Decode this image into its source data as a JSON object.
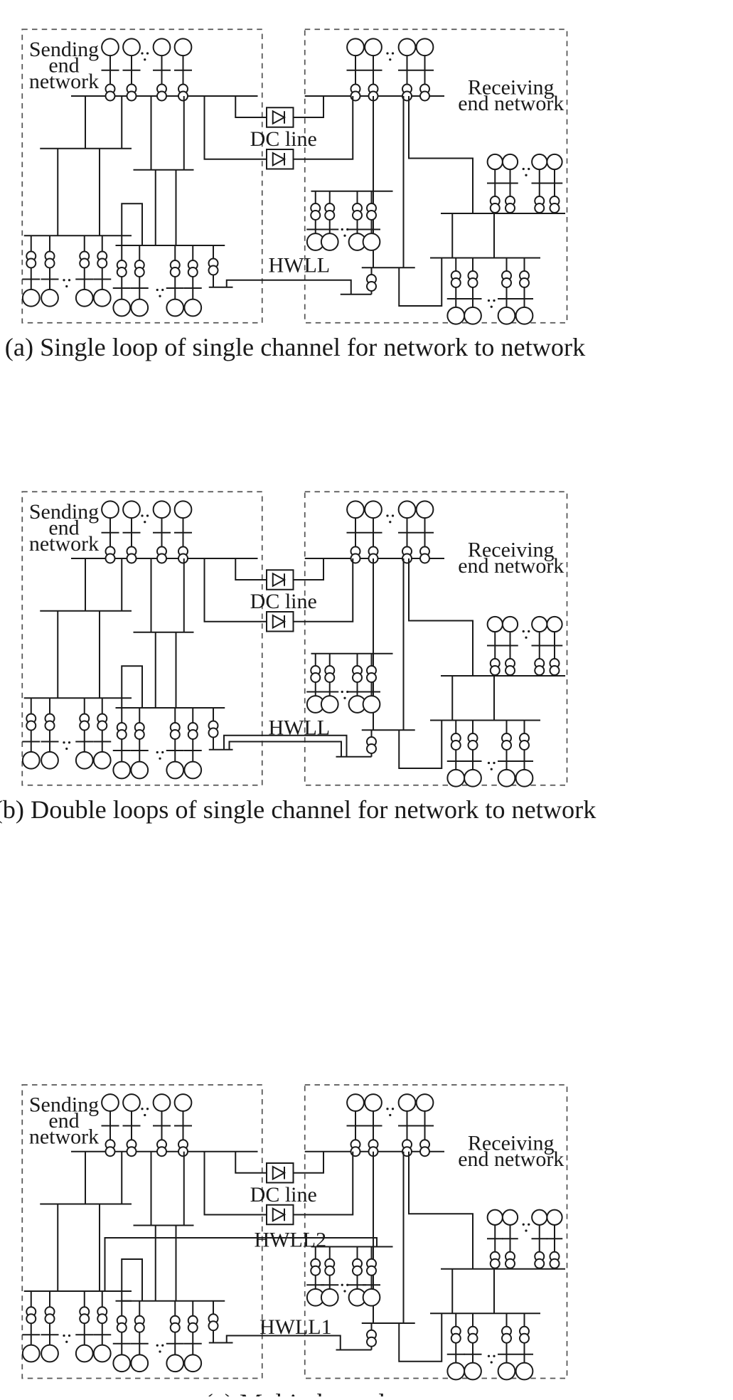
{
  "panels": [
    {
      "caption": "(a) Single loop of single channel for network to network",
      "sending_label": [
        "Sending",
        "end",
        "network"
      ],
      "receiving_label": [
        "Receiving",
        "end network"
      ],
      "dc_line_label": "DC line",
      "hwll_labels": [
        "HWLL"
      ],
      "variant": "single"
    },
    {
      "caption": "(b) Double loops of single channel for network to network",
      "sending_label": [
        "Sending",
        "end",
        "network"
      ],
      "receiving_label": [
        "Receiving",
        "end network"
      ],
      "dc_line_label": "DC line",
      "hwll_labels": [
        "HWLL"
      ],
      "variant": "double"
    },
    {
      "caption": "(c) Multi-channel",
      "sending_label": [
        "Sending",
        "end",
        "network"
      ],
      "receiving_label": [
        "Receiving",
        "end network"
      ],
      "dc_line_label": "DC line",
      "hwll_labels": [
        "HWLL1",
        "HWLL2"
      ],
      "variant": "multi"
    }
  ]
}
